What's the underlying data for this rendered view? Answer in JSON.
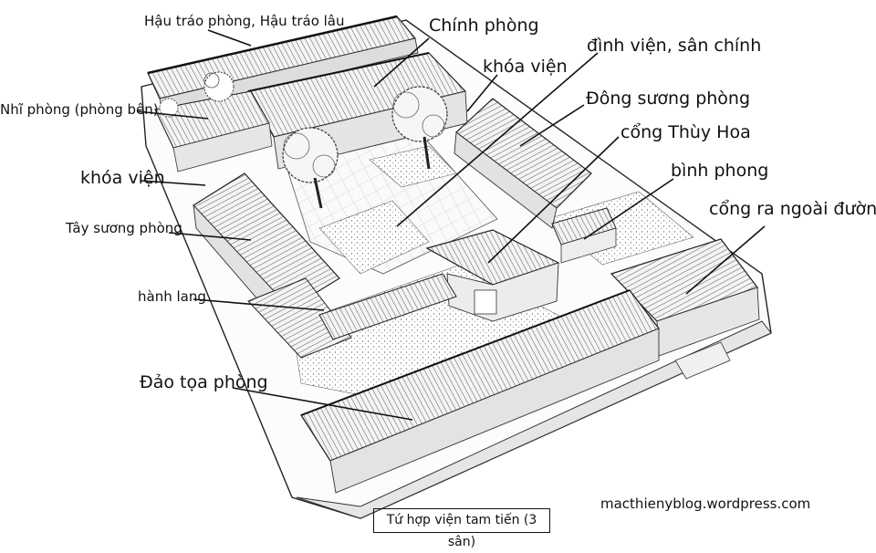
{
  "labels": {
    "hau_trao": "Hậu tráo phòng, Hậu tráo lâu",
    "chinh_phong": "Chính phòng",
    "dinh_vien": "đình viện, sân chính",
    "khoa_vien_top": "khóa viện",
    "nhi_phong": "Nhĩ phòng (phòng bên)",
    "dong_suong": "Đông sương phòng",
    "cong_thuy_hoa": "cổng Thùy Hoa",
    "binh_phong": "bình phong",
    "khoa_vien_left": "khóa viện",
    "cong_ra_ngoai": "cổng ra ngoài đường lớn",
    "tay_suong": "Tây sương phòng",
    "hanh_lang": "hành lang",
    "dao_toa": "Đảo tọa phòng"
  },
  "caption": "Tứ hợp viện tam tiến (3 sân)",
  "credit": "macthienyblog.wordpress.com"
}
